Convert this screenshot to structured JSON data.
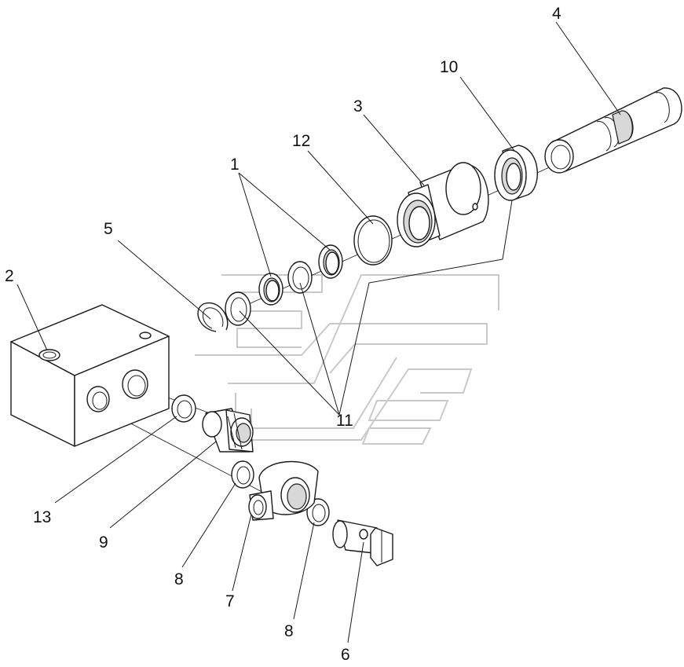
{
  "callouts": [
    {
      "id": "c1",
      "text": "1"
    },
    {
      "id": "c2",
      "text": "2"
    },
    {
      "id": "c3",
      "text": "3"
    },
    {
      "id": "c4",
      "text": "4"
    },
    {
      "id": "c5",
      "text": "5"
    },
    {
      "id": "c6",
      "text": "6"
    },
    {
      "id": "c7",
      "text": "7"
    },
    {
      "id": "c8a",
      "text": "8"
    },
    {
      "id": "c8b",
      "text": "8"
    },
    {
      "id": "c9",
      "text": "9"
    },
    {
      "id": "c10",
      "text": "10"
    },
    {
      "id": "c11",
      "text": "11"
    },
    {
      "id": "c12",
      "text": "12"
    },
    {
      "id": "c13",
      "text": "13"
    }
  ],
  "colors": {
    "line": "#1a1a1a",
    "watermark": "#c9c9c9",
    "background": "#ffffff"
  }
}
